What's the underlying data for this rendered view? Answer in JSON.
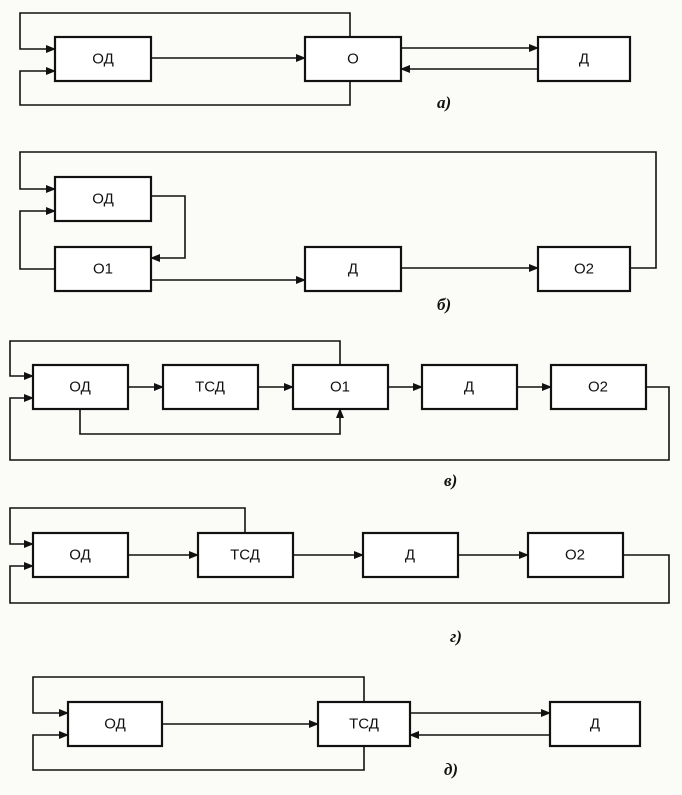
{
  "diagrams": {
    "a": {
      "caption": "а)",
      "blocks": {
        "od": "ОД",
        "o": "О",
        "d": "Д"
      }
    },
    "b": {
      "caption": "б)",
      "blocks": {
        "od": "ОД",
        "o1": "О1",
        "d": "Д",
        "o2": "О2"
      }
    },
    "v": {
      "caption": "в)",
      "blocks": {
        "od": "ОД",
        "tsd": "ТСД",
        "o1": "О1",
        "d": "Д",
        "o2": "О2"
      }
    },
    "g": {
      "caption": "г)",
      "blocks": {
        "od": "ОД",
        "tsd": "ТСД",
        "d": "Д",
        "o2": "О2"
      }
    },
    "d": {
      "caption": "д)",
      "blocks": {
        "od": "ОД",
        "tsd": "ТСД",
        "d": "Д"
      }
    }
  }
}
